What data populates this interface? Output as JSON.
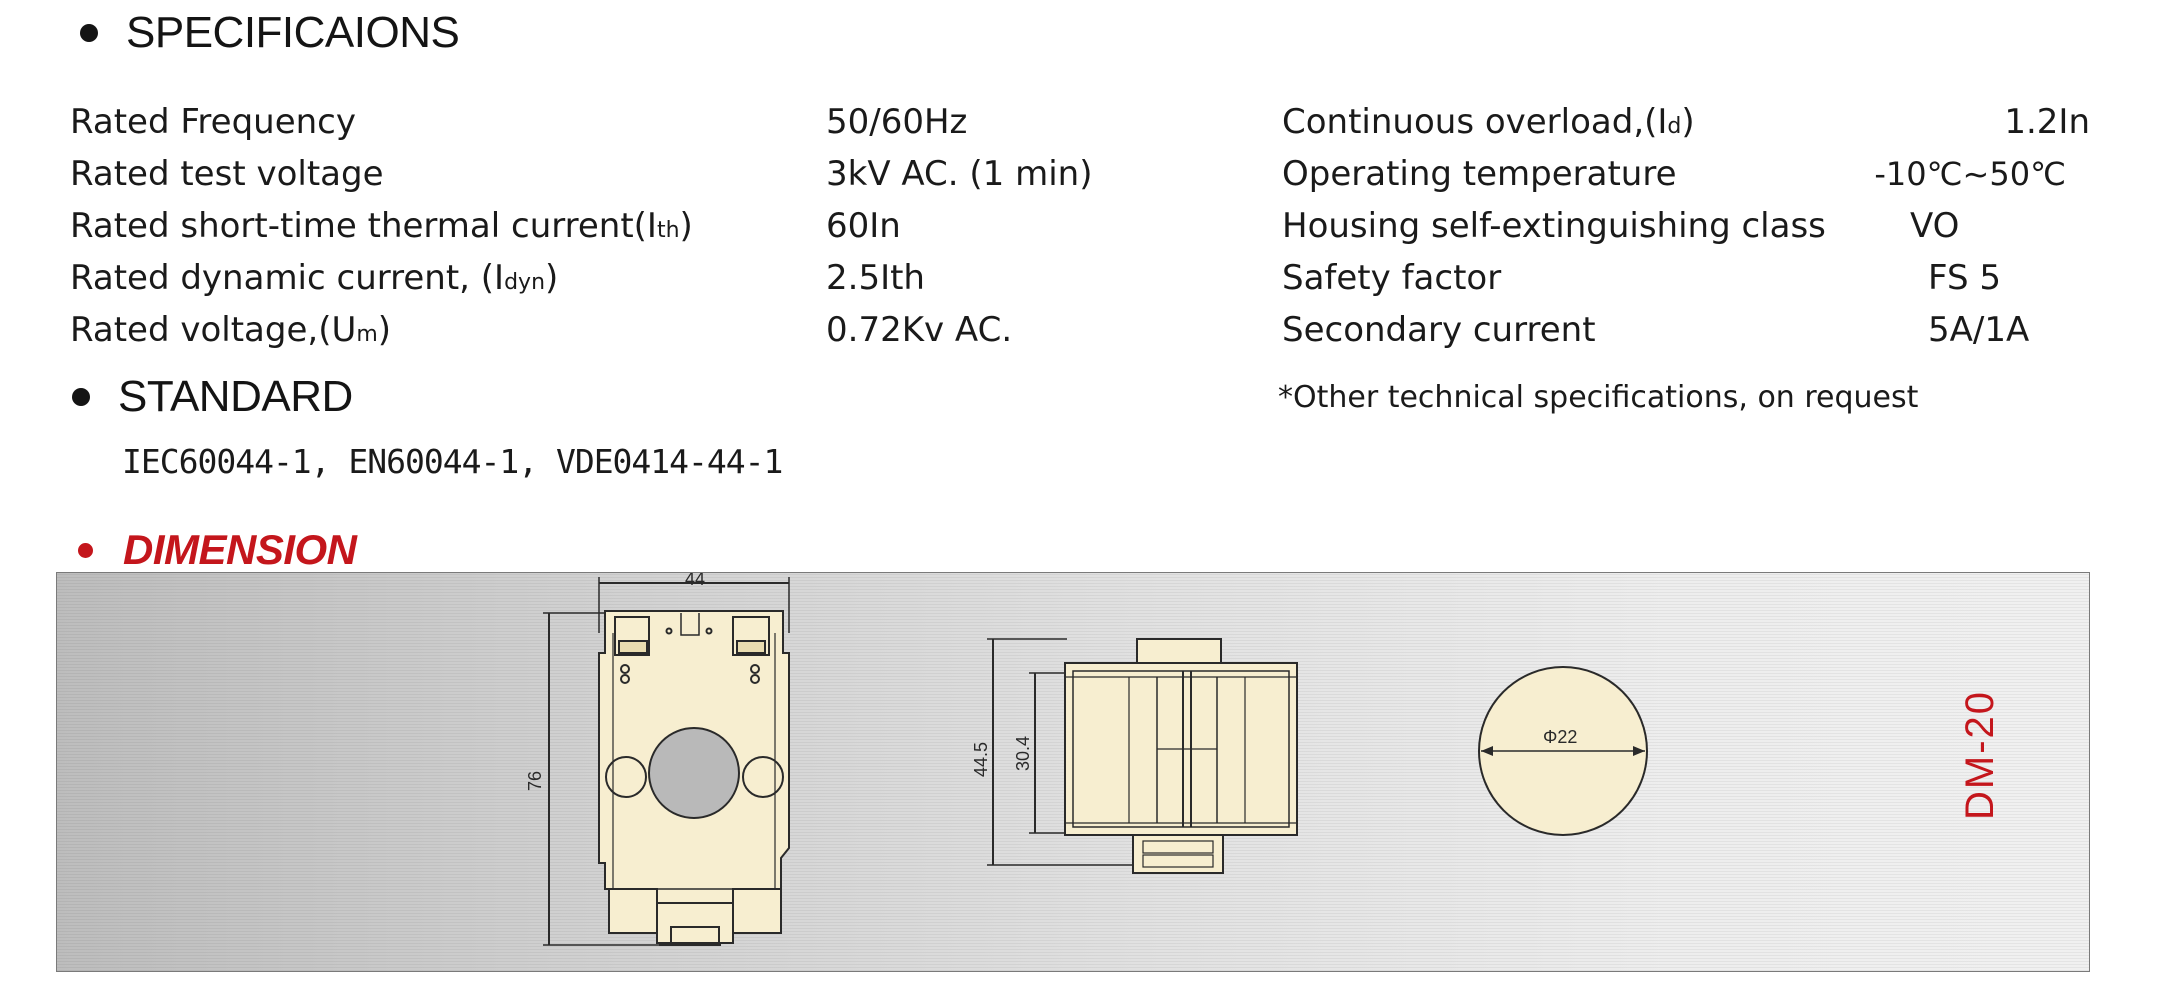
{
  "sections": {
    "specifications": "SPECIFICAIONS",
    "standard": "STANDARD",
    "dimension": "DIMENSION"
  },
  "specs_left": [
    {
      "label": "Rated Frequency",
      "value": "50/60Hz"
    },
    {
      "label": "Rated test voltage",
      "value": "3kV AC. (1 min)"
    },
    {
      "label_main": "Rated short-time thermal current(I",
      "label_sub": "th",
      "label_end": ")",
      "value": "60In"
    },
    {
      "label_main": "Rated dynamic current, (I",
      "label_sub": "dyn",
      "label_end": ")",
      "value": "2.5Ith"
    },
    {
      "label_main": "Rated voltage,(U",
      "label_sub": "m",
      "label_end": ")",
      "value": "0.72Kv AC."
    }
  ],
  "specs_right": [
    {
      "label_main": "Continuous overload,(I",
      "label_sub": "d",
      "label_end": ")",
      "value": "1.2In"
    },
    {
      "label": "Operating temperature",
      "value": "-10℃~50℃"
    },
    {
      "label": "Housing self-extinguishing class",
      "value": "VO"
    },
    {
      "label": "Safety factor",
      "value": "FS 5"
    },
    {
      "label": "Secondary current",
      "value": "5A/1A"
    }
  ],
  "note": "*Other technical specifications, on request",
  "standards": "IEC60044-1, EN60044-1, VDE0414-44-1",
  "drawing": {
    "width_dim": "44",
    "height_dim": "76",
    "side_outer_dim": "44.5",
    "side_inner_dim": "30.4",
    "hole_dim": "Φ22",
    "model": "DM-20"
  },
  "colors": {
    "accent_red": "#c4161c",
    "part_fill": "#f7eed0",
    "panel_gray": "#d4d4d4"
  }
}
